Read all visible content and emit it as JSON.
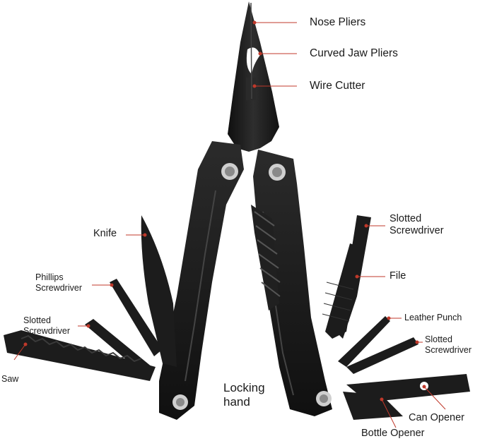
{
  "labels": {
    "nose_pliers": "Nose Pliers",
    "curved_jaw_pliers": "Curved Jaw Pliers",
    "wire_cutter": "Wire Cutter",
    "slotted_screwdriver_right_top_line1": "Slotted",
    "slotted_screwdriver_right_top_line2": "Screwdriver",
    "file": "File",
    "leather_punch": "Leather Punch",
    "slotted_screwdriver_right_bottom_line1": "Slotted",
    "slotted_screwdriver_right_bottom_line2": "Screwdriver",
    "can_opener": "Can Opener",
    "bottle_opener": "Bottle Opener",
    "knife": "Knife",
    "phillips_screwdriver_line1": "Phillips",
    "phillips_screwdriver_line2": "Screwdriver",
    "slotted_screwdriver_left_line1": "Slotted",
    "slotted_screwdriver_left_line2": "Screwdriver",
    "saw": "Saw",
    "locking_hand_line1": "Locking",
    "locking_hand_line2": "hand"
  },
  "colors": {
    "tool_body": "#1b1b1b",
    "tool_highlight": "#3a3a3a",
    "leader_line": "#c0392b",
    "text": "#1a1a1a"
  }
}
